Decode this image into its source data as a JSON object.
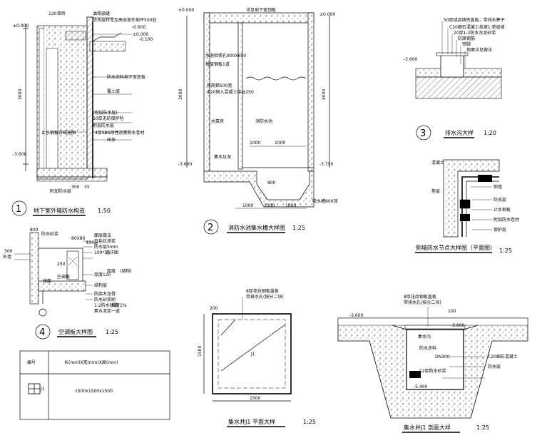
{
  "d1": {
    "n": "1",
    "title": "地下室外墙防水构造",
    "scale": "1:50",
    "notes": [
      "120",
      "单砖",
      "油膏嵌缝",
      "-0.600",
      "防水层转弯至高出室外地坪500处",
      "±0.000",
      "±0.000",
      "-0.100",
      "防水涂料地下室底板",
      "覆土层",
      "止水钢板详结施图",
      "(附加防水层)",
      "50厚无纺保护毡",
      "附加防水层",
      "4厚SBS改性沥青防水卷材",
      "压条",
      "-3.600",
      "附加防水层",
      "300",
      "35"
    ],
    "dims": [
      "3000"
    ]
  },
  "d2": {
    "n": "2",
    "title": "消防水池集水槽大样图",
    "scale": "1:25",
    "notes": [
      "±0.000",
      "详见地下室顶板",
      "±0.000",
      "水池检修孔900X600",
      "每层钢板1道",
      "铁爬梯500宽",
      "Φ20钢入混凝土中@250",
      "水泵房",
      "消防水池",
      "-3.600",
      "-3.750",
      "集水坑深",
      "1000",
      "1000",
      "800",
      "1000",
      "1000",
      "1000",
      "吸水槽800深"
    ],
    "dims": [
      "3000",
      "4000"
    ]
  },
  "d3": {
    "n": "3",
    "title": "排水沟大样",
    "scale": "1:20",
    "notes": [
      "50厚成品铸铁盖板，带排水箅子",
      "C20细石混凝土找坡1:垫层坡",
      "20厚1:2防水水泥砂浆",
      "防腐钢筋",
      "铁脚",
      "地面详见做法",
      "-3.600"
    ]
  },
  "d5": {
    "title": "侧墙防水节点大样图（平面图）",
    "scale": "1:25",
    "notes": [
      "垫层",
      "侧墙",
      "防水层",
      "止水钢板",
      "附加防水卷材",
      "保护层",
      "混凝土"
    ]
  },
  "d4": {
    "n": "4",
    "title": "空调板大样图",
    "scale": "1:25",
    "notes": [
      "800",
      "防水砂浆",
      "外墙",
      "面层做法",
      "白色抗渗浆",
      "防水层5mm",
      "100*50",
      "见详图",
      "厚度120",
      "空调板",
      "抹面",
      "结构层",
      "80X80",
      "防腐木龙骨",
      "4X4@",
      "防水砂浆刷",
      "1:2防水砂浆",
      "坡度1%",
      "素水泥浆一道",
      "厚度",
      "(结构)",
      "500",
      "250"
    ],
    "table": {
      "h1": "编号",
      "h2": "长(mm)X宽(mm)X高(mm)",
      "v": "1500x1500x1500",
      "mark": "J1"
    }
  },
  "d6": {
    "title": "集水井J1 平面大样",
    "scale": "1:25",
    "notes": [
      "8厚花纹钢板盖板",
      "带排水孔(按分二块)",
      "J1",
      "1500",
      "1500",
      "200"
    ]
  },
  "d7": {
    "title": "集水井J1 剖面大样",
    "scale": "1:25",
    "notes": [
      "8厚花纹钢板盖板",
      "带排水孔(按分二块)",
      "100",
      "-3.600",
      "集水沟",
      "DN300",
      "防水涂料",
      "C20细石混凝土",
      "防水层",
      "-3.600",
      "12厚防水砂浆",
      "-5.400"
    ]
  }
}
